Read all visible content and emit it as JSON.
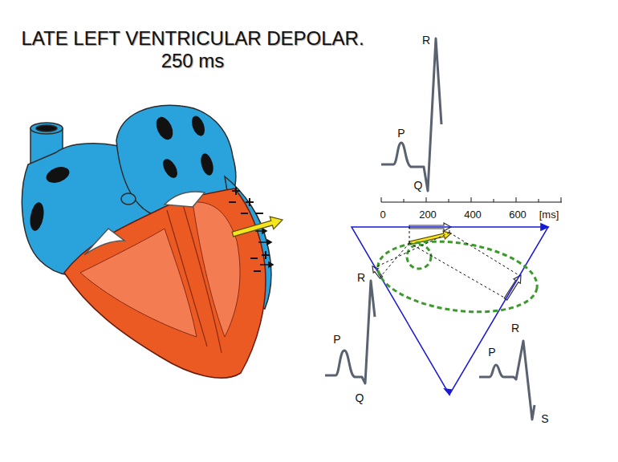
{
  "diagram": {
    "title": "LATE LEFT VENTRICULAR DEPOLAR.",
    "labels": [
      "250 ms",
      "R",
      "P",
      "Q",
      "0",
      "200",
      "400",
      "600",
      "[ms]",
      "R",
      "P",
      "Q",
      "R",
      "P",
      "S"
    ]
  }
}
